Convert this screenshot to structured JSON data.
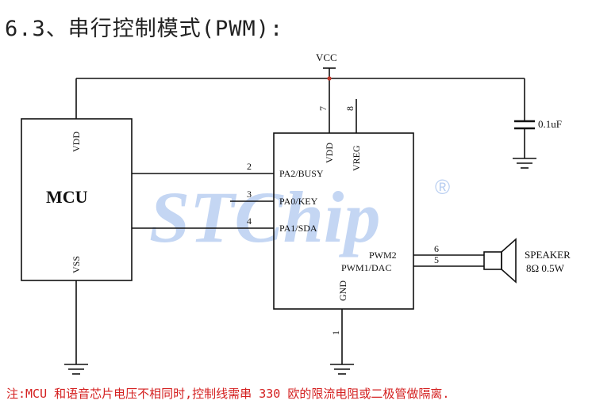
{
  "heading": "6.3、串行控制模式(PWM):",
  "note": "注:MCU 和语音芯片电压不相同时,控制线需串 330 欧的限流电阻或二极管做隔离.",
  "watermark": {
    "text": "STChip",
    "registered": "®"
  },
  "vcc": "VCC",
  "capacitor": "0.1uF",
  "mcu": {
    "name": "MCU",
    "vdd": "VDD",
    "vss": "VSS"
  },
  "chip": {
    "pin_vdd": "VDD",
    "pin_vreg": "VREG",
    "pin_gnd": "GND",
    "pa2": "PA2/BUSY",
    "pa0": "PA0/KEY",
    "pa1": "PA1/SDA",
    "pwm2": "PWM2",
    "pwm1": "PWM1/DAC"
  },
  "pin_numbers": {
    "p1": "1",
    "p2": "2",
    "p3": "3",
    "p4": "4",
    "p5": "5",
    "p6": "6",
    "p7": "7",
    "p8": "8"
  },
  "speaker": {
    "label": "SPEAKER",
    "spec": "8Ω 0.5W"
  }
}
